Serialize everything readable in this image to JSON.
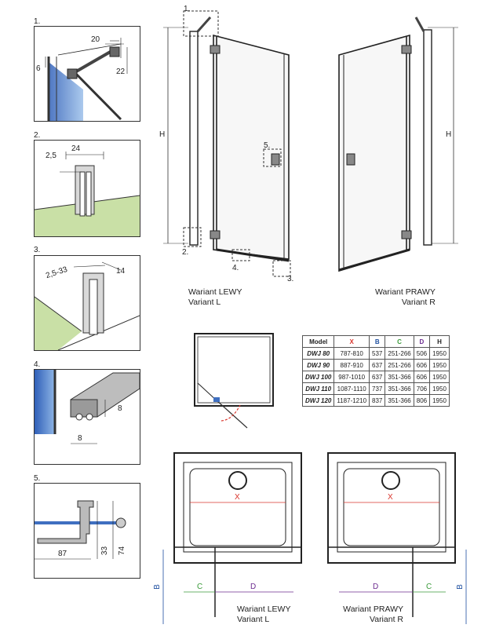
{
  "details": {
    "d1": {
      "num": "1.",
      "dim_20": "20",
      "dim_6": "6",
      "dim_22": "22"
    },
    "d2": {
      "num": "2.",
      "dim_24": "24",
      "dim_25": "2,5"
    },
    "d3": {
      "num": "3.",
      "dim_25_33": "2,5-33",
      "dim_14": "14"
    },
    "d4": {
      "num": "4.",
      "dim_8a": "8",
      "dim_8b": "8"
    },
    "d5": {
      "num": "5.",
      "dim_87": "87",
      "dim_33": "33",
      "dim_74": "74"
    }
  },
  "door_views": {
    "left": {
      "caption_line1": "Wariant LEWY",
      "caption_line2": "Variant L",
      "height_label": "H",
      "callout_1": "1.",
      "callout_2": "2.",
      "callout_3": "3.",
      "callout_4": "4.",
      "callout_5": "5."
    },
    "right": {
      "caption_line1": "Wariant PRAWY",
      "caption_line2": "Variant R",
      "height_label": "H"
    }
  },
  "table": {
    "headers": [
      "Model",
      "X",
      "B",
      "C",
      "D",
      "H"
    ],
    "header_colors": [
      "#222222",
      "#d9342b",
      "#1e4fa0",
      "#3a9a3a",
      "#6b2b8f",
      "#222222"
    ],
    "rows": [
      [
        "DWJ 80",
        "787-810",
        "537",
        "251-266",
        "506",
        "1950"
      ],
      [
        "DWJ 90",
        "887-910",
        "637",
        "251-266",
        "606",
        "1950"
      ],
      [
        "DWJ 100",
        "987-1010",
        "637",
        "351-366",
        "606",
        "1950"
      ],
      [
        "DWJ 110",
        "1087-1110",
        "737",
        "351-366",
        "706",
        "1950"
      ],
      [
        "DWJ 120",
        "1187-1210",
        "837",
        "351-366",
        "806",
        "1950"
      ]
    ]
  },
  "plans": {
    "left": {
      "x_label": "X",
      "b_label": "B",
      "c_label": "C",
      "d_label": "D",
      "caption_line1": "Wariant LEWY",
      "caption_line2": "Variant L"
    },
    "right": {
      "x_label": "X",
      "b_label": "B",
      "c_label": "C",
      "d_label": "D",
      "caption_line1": "Wariant PRAWY",
      "caption_line2": "Variant R"
    }
  },
  "colors": {
    "x": "#d9342b",
    "b": "#1e4fa0",
    "c": "#3a9a3a",
    "d": "#6b2b8f",
    "glass": "#3f6fc0",
    "floor": "#c9e0a6"
  }
}
